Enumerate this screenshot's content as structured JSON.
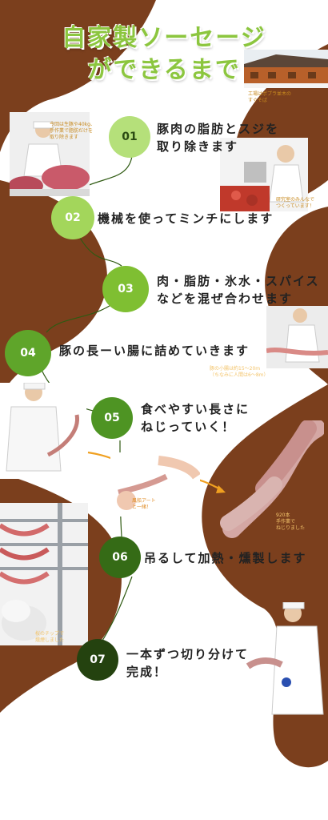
{
  "title": {
    "line1": "自家製ソーセージ",
    "line2": "ができるまで"
  },
  "colors": {
    "brown": "#7b3f1d",
    "green_light": "#b5e07a",
    "green_mid": "#8cc63f",
    "green_dark": "#3f7a1e",
    "green_darkest": "#24420f",
    "caption": "#c7891e"
  },
  "steps": [
    {
      "number": "01",
      "text": "豚肉の脂肪とスジを\n取り除きます"
    },
    {
      "number": "02",
      "text": "機械を使ってミンチにします"
    },
    {
      "number": "03",
      "text": "肉・脂肪・氷水・スパイス\nなどを混ぜ合わせます"
    },
    {
      "number": "04",
      "text": "豚の長ーい腸に詰めていきます"
    },
    {
      "number": "05",
      "text": "食べやすい長さに\nねじっていく！"
    },
    {
      "number": "06",
      "text": "吊るして加熱・燻製します"
    },
    {
      "number": "07",
      "text": "一本ずつ切り分けて\n完成！"
    }
  ],
  "captions": {
    "factory": "工場はポプラ並木の\nすぐそば",
    "worker1": "今回は生豚や40kg、\n手作業で脂肪だけを\n取り除きます",
    "worker2": "研究室のみんなで\nつくっています！",
    "intestine": "豚の小腸は約15〜20m\n（ちなみに人間は6〜8m）",
    "balloon": "風船アート\nと一緒！",
    "count": "920本\n手作業で\nねじりました",
    "chips": "桜のチップで\n燻煙しました"
  }
}
